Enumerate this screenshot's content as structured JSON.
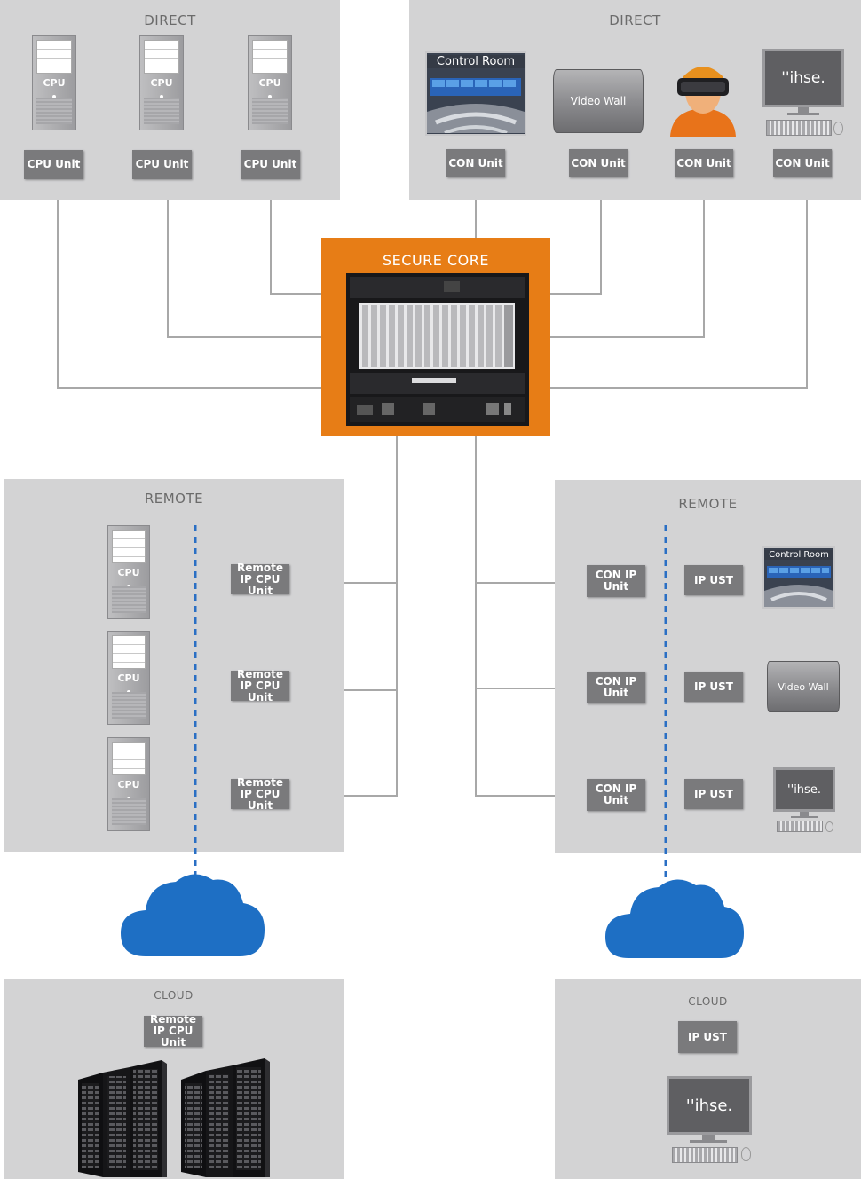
{
  "direct_left": {
    "title": "DIRECT",
    "cpus": [
      "CPU",
      "CPU",
      "CPU"
    ],
    "units": [
      "CPU Unit",
      "CPU Unit",
      "CPU Unit"
    ]
  },
  "direct_right": {
    "title": "DIRECT",
    "devices": {
      "control_room": "Control Room",
      "video_wall": "Video Wall",
      "ihse": "''ihse."
    },
    "units": [
      "CON Unit",
      "CON Unit",
      "CON Unit",
      "CON Unit"
    ]
  },
  "core": {
    "title": "SECURE CORE"
  },
  "remote_left": {
    "title": "REMOTE",
    "cpus": [
      "CPU",
      "CPU",
      "CPU"
    ],
    "units": [
      "Remote IP CPU Unit",
      "Remote IP CPU Unit",
      "Remote IP CPU Unit"
    ]
  },
  "remote_right": {
    "title": "REMOTE",
    "con_units": [
      "CON IP Unit",
      "CON IP Unit",
      "CON IP Unit"
    ],
    "ip_units": [
      "IP UST",
      "IP UST",
      "IP UST"
    ],
    "devices": {
      "control_room": "Control Room",
      "video_wall": "Video Wall",
      "ihse": "''ihse."
    }
  },
  "cloud_left": {
    "title": "CLOUD",
    "unit": "Remote IP CPU Unit"
  },
  "cloud_right": {
    "title": "CLOUD",
    "unit": "IP UST",
    "ihse": "''ihse."
  },
  "colors": {
    "panel": "#d3d3d4",
    "core": "#e77d16",
    "unit": "#7a7a7c",
    "cloud": "#1e6fc4",
    "wire": "#a8a8a8",
    "dashed": "#2a6fc4"
  }
}
